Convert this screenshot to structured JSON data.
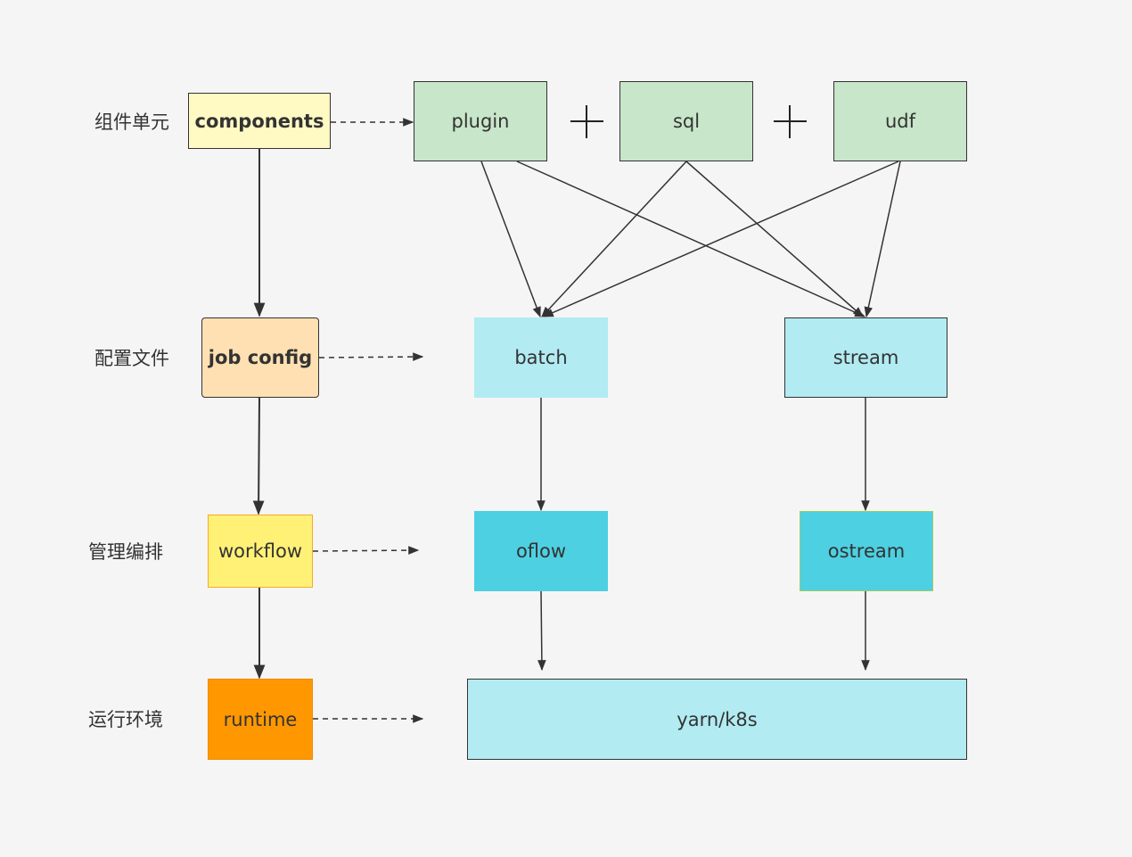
{
  "rows": {
    "components": "组件单元",
    "config": "配置文件",
    "orchestration": "管理编排",
    "runtime_env": "运行环境"
  },
  "left_column": {
    "components": "components",
    "job_config": "job config",
    "workflow": "workflow",
    "runtime": "runtime"
  },
  "units": {
    "plugin": "plugin",
    "sql": "sql",
    "udf": "udf",
    "plus": "+"
  },
  "modes": {
    "batch": "batch",
    "stream": "stream"
  },
  "flows": {
    "oflow": "oflow",
    "ostream": "ostream"
  },
  "platform": {
    "label": "yarn/k8s"
  },
  "colors": {
    "components": "#fff9c4",
    "job_config": "#ffe0b2",
    "workflow": "#fff176",
    "runtime": "#ff9800",
    "units": "#c8e6c9",
    "modes": "#b2ebf2",
    "flows": "#4dd0e1",
    "platform": "#b2ebf2"
  }
}
